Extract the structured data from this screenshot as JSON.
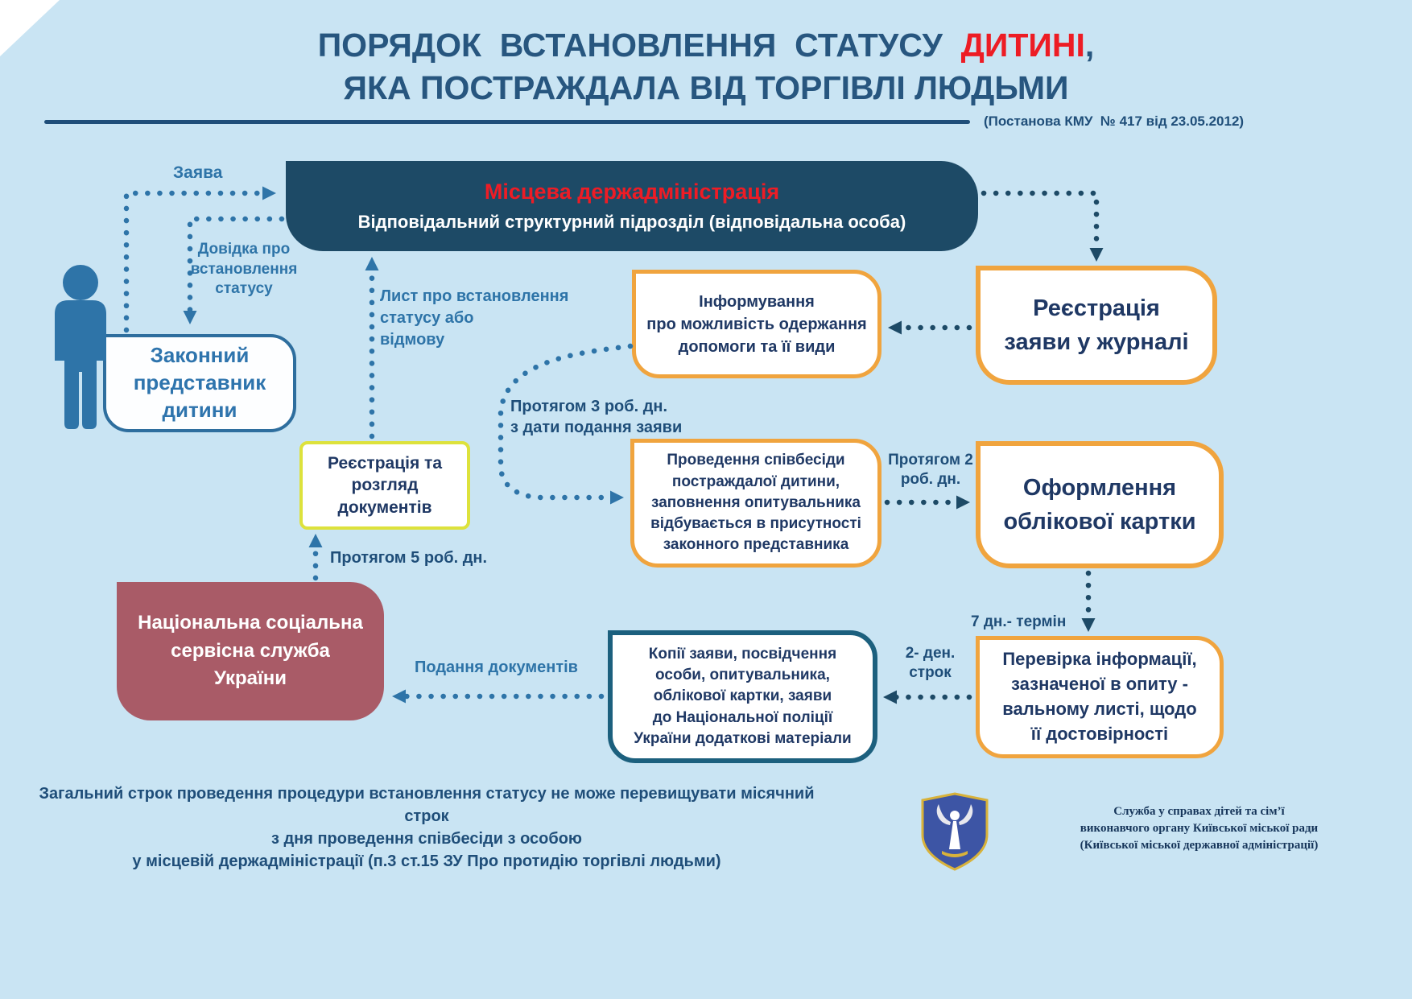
{
  "colors": {
    "background": "#c9e4f3",
    "title_blue": "#27567f",
    "highlight_red": "#ed1c24",
    "navy_box": "#1d4a66",
    "steel_blue": "#2e74a8",
    "text_navy": "#1f3864",
    "label_navy": "#1f4e79",
    "orange_border": "#f0a43e",
    "yellow_border": "#dde23c",
    "teal_border": "#1c607e",
    "maroon_box": "#a95b67"
  },
  "header": {
    "title_part1": "ПОРЯДОК  ВСТАНОВЛЕННЯ  СТАТУСУ  ",
    "title_highlight": "ДИТИНІ",
    "title_part2": ",",
    "title_line2": "ЯКА ПОСТРАЖДАЛА ВІД ТОРГІВЛІ ЛЮДЬМИ",
    "decree": "(Постанова КМУ  № 417 від 23.05.2012)"
  },
  "nodes": {
    "administration": {
      "title": "Місцева держадміністрація",
      "subtitle": "Відповідальний структурний підрозділ (відповідальна особа)"
    },
    "legal_representative": "Законний\nпредставник\nдитини",
    "informing": "Інформування\nпро можливість одержання\nдопомоги та її види",
    "journal_registration": "Реєстрація\nзаяви у журналі",
    "documents_registration": "Реєстрація та\nрозгляд\nдокументів",
    "interview": "Проведення співбесіди\nпостраждалої дитини,\nзаповнення опитувальника\nвідбувається в присутності\nзаконного представника",
    "record_card": "Оформлення\nоблікової картки",
    "national_service": "Національна соціальна\nсервісна служба\nУкраїни",
    "document_copies": "Копії заяви, посвідчення\nособи, опитувальника,\nоблікової картки, заяви\nдо Національної поліції\nУкраїни додаткові матеріали",
    "verification": "Перевірка інформації,\nзазначеної в опиту  -\nвальному листі, щодо\nїї достовірності"
  },
  "labels": {
    "application": "Заява",
    "certificate": "Довідка про\nвстановлення\nстатусу",
    "status_letter": "Лист про встановлення\nстатусу або\nвідмову",
    "within_3_days": "Протягом 3 роб. дн.\nз дати подання заяви",
    "within_2_days": "Протягом 2\nроб. дн.",
    "within_5_days": "Протягом 5 роб. дн.",
    "submission": "Подання документів",
    "two_day_term": "2- ден.\nстрок",
    "seven_day_term": "7 дн.- термін"
  },
  "footer": {
    "note": "Загальний строк проведення процедури встановлення статусу не може перевищувати місячний строк\nз дня проведення співбесіди з особою\nу місцевій держадміністрації (п.3 ст.15 ЗУ Про протидію торгівлі людьми)",
    "organization": "Служба у справах дітей та сім’ї\nвиконавчого органу Київської міської ради\n(Київської міської державної адміністрації)"
  },
  "icons": {
    "person": "person-icon",
    "emblem": "kyiv-coat-of-arms"
  }
}
